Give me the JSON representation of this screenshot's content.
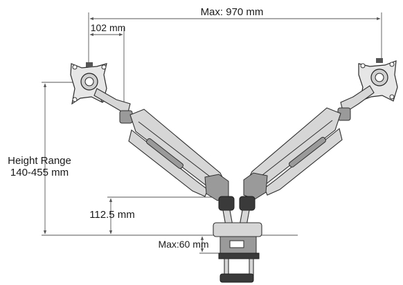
{
  "dimensions": {
    "max_span": "Max: 970 mm",
    "plate_offset": "102 mm",
    "height_range_line1": "Height Range",
    "height_range_line2": "140-455 mm",
    "arm_pivot_height": "112.5 mm",
    "desk_thickness": "Max:60 mm"
  }
}
